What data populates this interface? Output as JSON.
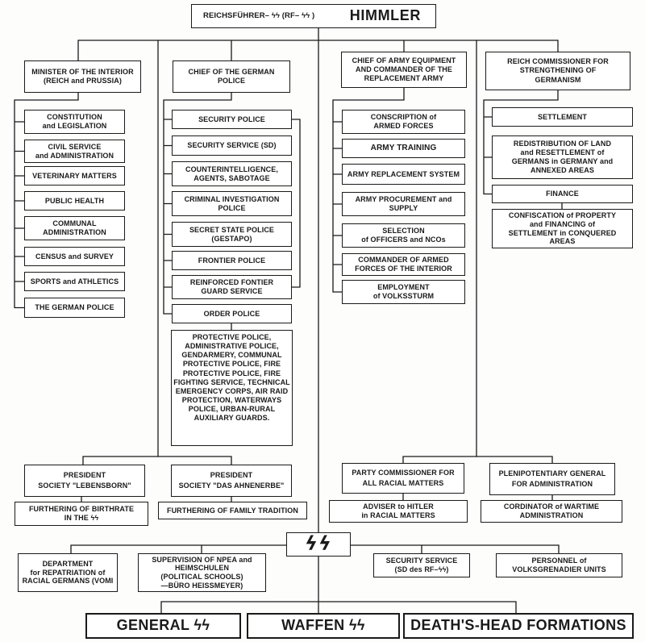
{
  "head": {
    "title_prefix": "REICHSFÜHRER– ϟϟ (RF– ϟϟ )",
    "name": "HIMMLER"
  },
  "interior": {
    "title": "MINISTER OF THE INTERIOR\n(REICH and PRUSSIA)",
    "items": [
      "CONSTITUTION\nand LEGISLATION",
      "CIVIL SERVICE\nand ADMINISTRATION",
      "VETERINARY MATTERS",
      "PUBLIC HEALTH",
      "COMMUNAL\nADMINISTRATION",
      "CENSUS and SURVEY",
      "SPORTS and ATHLETICS",
      "THE GERMAN POLICE"
    ]
  },
  "police": {
    "title": "CHIEF OF THE GERMAN\nPOLICE",
    "items": [
      "SECURITY POLICE",
      "SECURITY SERVICE (SD)",
      "COUNTERINTELLIGENCE,\nAGENTS, SABOTAGE",
      "CRIMINAL INVESTIGATION\nPOLICE",
      "SECRET STATE POLICE\n(GESTAPO)",
      "FRONTIER POLICE",
      "REINFORCED FONTIER\nGUARD SERVICE",
      "ORDER POLICE"
    ],
    "order_police_branches": "PROTECTIVE POLICE,\nADMINISTRATIVE POLICE,\nGENDARMERY, COMMUNAL\nPROTECTIVE POLICE, FIRE\nPROTECTIVE POLICE, FIRE\nFIGHTING SERVICE, TECHNICAL\nEMERGENCY CORPS, AIR RAID\nPROTECTION, WATERWAYS\nPOLICE, URBAN-RURAL\nAUXILIARY GUARDS."
  },
  "army": {
    "title": "CHIEF OF ARMY EQUIPMENT\nAND COMMANDER OF THE\nREPLACEMENT ARMY",
    "items": [
      "CONSCRIPTION of\nARMED FORCES",
      "ARMY TRAINING",
      "ARMY REPLACEMENT SYSTEM",
      "ARMY PROCUREMENT and\nSUPPLY",
      "SELECTION\nof OFFICERS and NCOs",
      "COMMANDER OF ARMED\nFORCES OF THE INTERIOR",
      "EMPLOYMENT\nof VOLKSSTURM"
    ]
  },
  "germanism": {
    "title": "REICH COMMISSIONER FOR\nSTRENGTHENING OF\nGERMANISM",
    "items": [
      "SETTLEMENT",
      "REDISTRIBUTION OF LAND\nand RESETTLEMENT of\nGERMANS in GERMANY and\nANNEXED AREAS",
      "FINANCE",
      "CONFISCATION of PROPERTY\nand FINANCING of\nSETTLEMENT in CONQUERED\nAREAS"
    ]
  },
  "societies": {
    "lebensborn": "PRESIDENT\nSOCIETY \"LEBENSBORN\"",
    "ahnenerbe": "PRESIDENT\nSOCIETY \"DAS AHNENERBE\"",
    "lebensborn_purpose": "FURTHERING OF BIRTHRATE\nIN THE ϟϟ",
    "ahnenerbe_purpose": "FURTHERING OF FAMILY TRADITION"
  },
  "commissions": {
    "racial": "PARTY COMMISSIONER FOR\nALL RACIAL MATTERS",
    "administration": "PLENIPOTENTIARY GENERAL\nFOR ADMINISTRATION",
    "racial_role": "ADVISER to HITLER\nin RACIAL MATTERS",
    "administration_role": "CORDINATOR of WARTIME\nADMINISTRATION"
  },
  "ss": {
    "symbol": "ϟϟ",
    "offices": [
      "DEPARTMENT\nfor REPATRIATION of\nRACIAL GERMANS (VOMI",
      "SUPERVISION OF NPEA and\nHEIMSCHULEN\n(POLITICAL SCHOOLS)\n—BÜRO HEISSMEYER)",
      "SECURITY SERVICE\n(SD des RF–ϟϟ)",
      "PERSONNEL of\nVOLKSGRENADIER UNITS"
    ],
    "formations": [
      "GENERAL ϟϟ",
      "WAFFEN ϟϟ",
      "DEATH'S-HEAD FORMATIONS"
    ]
  }
}
